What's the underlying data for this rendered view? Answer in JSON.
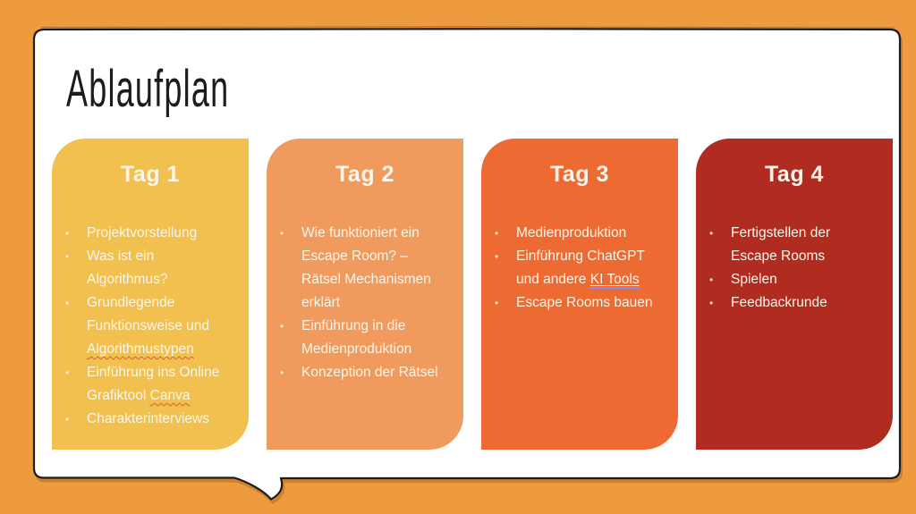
{
  "slide": {
    "title": "Ablaufplan",
    "background_color": "#EE9B40",
    "bubble_color": "#FFFFFF",
    "outline_color": "#1C1C1C",
    "text_color": "#FBF6EC",
    "spellcheck_underline_color": "#E4593A",
    "link_underline_color": "#8B8BE8"
  },
  "columns": [
    {
      "label": "Tag 1",
      "color": "#F1C04E",
      "items": [
        {
          "segments": [
            {
              "text": "Projektvorstellung"
            }
          ]
        },
        {
          "segments": [
            {
              "text": "Was ist ein\nAlgorithmus?"
            }
          ]
        },
        {
          "segments": [
            {
              "text": "Grundlegende\nFunktionsweise und\n"
            },
            {
              "text": "Algorithmustypen",
              "underline": "spellcheck"
            }
          ]
        },
        {
          "segments": [
            {
              "text": "Einführung ins Online\nGrafiktool "
            },
            {
              "text": "Canva",
              "underline": "spellcheck"
            }
          ]
        },
        {
          "segments": [
            {
              "text": "Charakterinterviews"
            }
          ]
        }
      ]
    },
    {
      "label": "Tag 2",
      "color": "#F09B5D",
      "items": [
        {
          "segments": [
            {
              "text": "Wie funktioniert ein\nEscape Room? –\nRätsel Mechanismen\nerklärt"
            }
          ]
        },
        {
          "segments": [
            {
              "text": "Einführung in die\nMedienproduktion"
            }
          ]
        },
        {
          "segments": [
            {
              "text": "Konzeption der Rätsel"
            }
          ]
        }
      ]
    },
    {
      "label": "Tag 3",
      "color": "#ED6B33",
      "items": [
        {
          "segments": [
            {
              "text": "Medienproduktion"
            }
          ]
        },
        {
          "segments": [
            {
              "text": "Einführung ChatGPT\nund andere "
            },
            {
              "text": "KI Tools",
              "underline": "link"
            }
          ]
        },
        {
          "segments": [
            {
              "text": "Escape Rooms bauen"
            }
          ]
        }
      ]
    },
    {
      "label": "Tag 4",
      "color": "#B02C20",
      "items": [
        {
          "segments": [
            {
              "text": "Fertigstellen der\nEscape Rooms"
            }
          ]
        },
        {
          "segments": [
            {
              "text": "Spielen"
            }
          ]
        },
        {
          "segments": [
            {
              "text": "Feedbackrunde"
            }
          ]
        }
      ]
    }
  ]
}
